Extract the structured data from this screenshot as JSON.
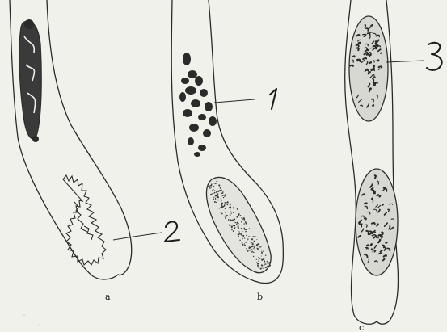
{
  "figure": {
    "panels": [
      {
        "letter": "a",
        "pointer_label": "2"
      },
      {
        "letter": "b",
        "pointer_label": "1"
      },
      {
        "letter": "c",
        "pointer_label": "3"
      }
    ]
  }
}
